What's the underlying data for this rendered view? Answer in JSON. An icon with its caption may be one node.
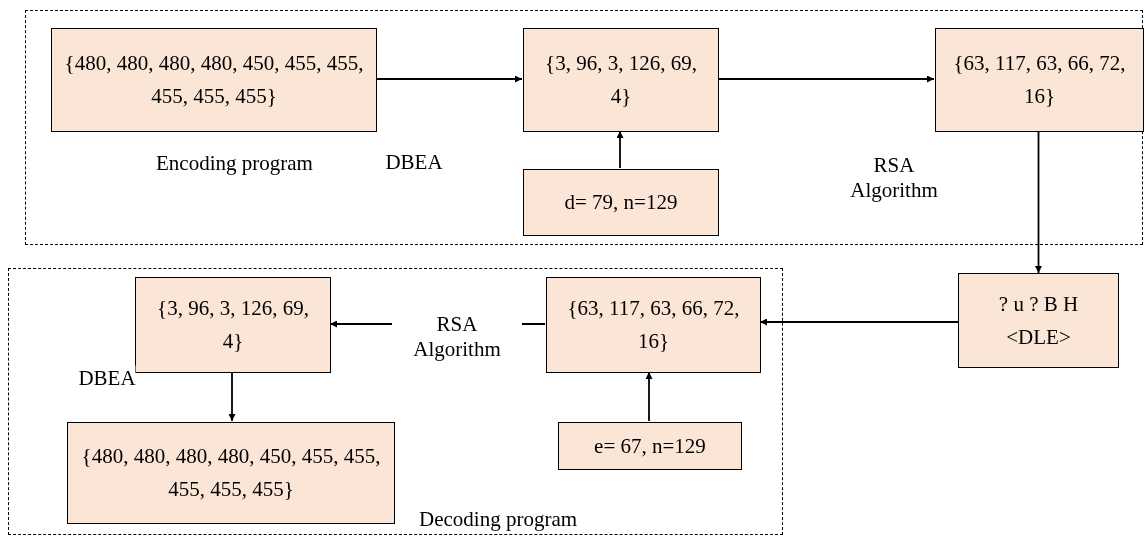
{
  "diagram": {
    "nodes": [
      {
        "text": [
          "Encoding program"
        ]
      },
      {
        "text": [
          "{480, 480, 480, 480, 450, 455, 455, 455, 455, 455}"
        ],
        "in": 0
      },
      {
        "text": [
          "{3, 96, 3, 126, 69, 4}"
        ],
        "in": 0
      },
      {
        "text": [
          "d= 79, n=129"
        ],
        "in": 0
      },
      {
        "text": [
          "{63, 117, 63, 66, 72, 16}"
        ],
        "in": 0
      },
      {
        "text": [
          "? u ? B H <DLE>"
        ]
      },
      {
        "text": [
          "Decoding program"
        ]
      },
      {
        "text": [
          "{3, 96, 3, 126, 69, 4}"
        ],
        "in": 6
      },
      {
        "text": [
          "{63, 117, 63, 66, 72, 16}"
        ],
        "in": 6
      },
      {
        "text": [
          "{480, 480, 480, 480, 450, 455, 455, 455, 455, 455}"
        ],
        "in": 6
      },
      {
        "text": [
          "e= 67, n=129"
        ],
        "in": 6
      }
    ],
    "edges": [
      {
        "from": 1,
        "to": 2,
        "arrow": "to",
        "label": "DBEA"
      },
      {
        "from": 2,
        "to": 4,
        "arrow": "to",
        "label": "RSA Algorithm"
      },
      {
        "from": 3,
        "to": 2,
        "arrow": "to"
      },
      {
        "from": 4,
        "to": 5,
        "arrow": "to"
      },
      {
        "from": 5,
        "to": 8,
        "arrow": "to"
      },
      {
        "from": 8,
        "to": 7,
        "arrow": "to",
        "label": "RSA Algorithm"
      },
      {
        "from": 7,
        "to": 9,
        "arrow": "to",
        "label": "DBEA"
      },
      {
        "from": 10,
        "to": 8,
        "arrow": "to"
      }
    ]
  }
}
